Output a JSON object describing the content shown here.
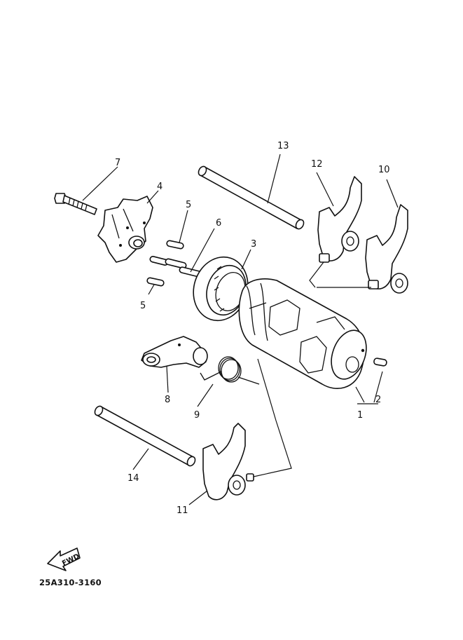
{
  "labels": {
    "p1": "1",
    "p2": "2",
    "p3": "3",
    "p4": "4",
    "p5a": "5",
    "p5b": "5",
    "p6": "6",
    "p7": "7",
    "p8": "8",
    "p9": "9",
    "p10": "10",
    "p11": "11",
    "p12": "12",
    "p13": "13",
    "p14": "14"
  },
  "fwd_label": "FWD",
  "drawing_code": "25A310-3160"
}
